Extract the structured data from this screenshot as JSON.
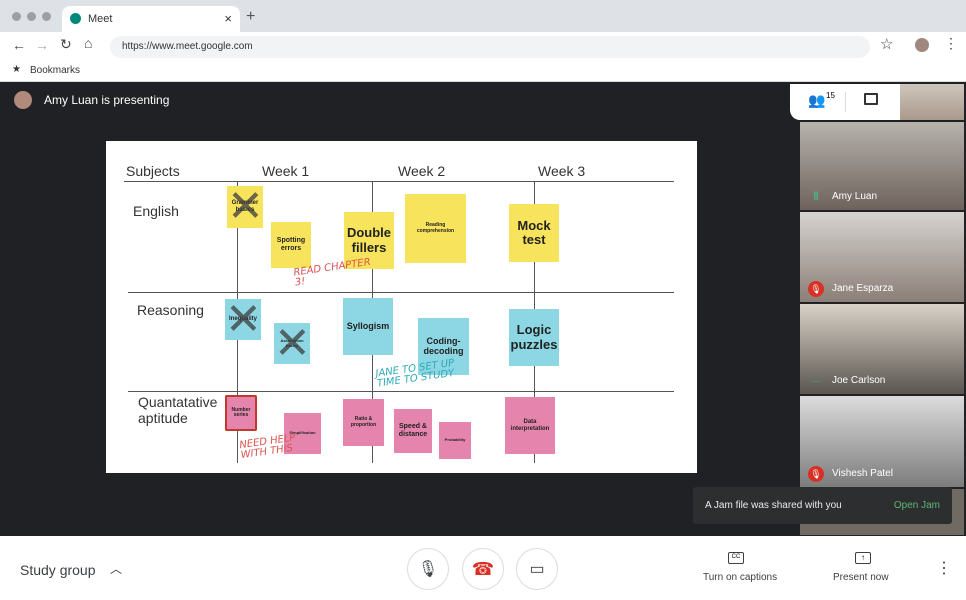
{
  "browser": {
    "tab_title": "Meet",
    "url": "https://www.meet.google.com",
    "bookmarks_label": "Bookmarks"
  },
  "meet": {
    "presenting": "Amy Luan is presenting",
    "participant_count": "15"
  },
  "whiteboard": {
    "headers": [
      "Subjects",
      "Week 1",
      "Week 2",
      "Week 3"
    ],
    "rows": [
      "English",
      "Reasoning",
      "Quantatative aptitude"
    ],
    "notes": [
      "Grammer basics",
      "Spotting errors",
      "Double fillers",
      "Reading comprehension",
      "Mock test",
      "Inequality",
      "Assumption basics",
      "Syllogism",
      "Coding-decoding",
      "Logic puzzles",
      "Number series",
      "Simplification",
      "Ratio & proportion",
      "Speed & distance",
      "Probability",
      "Data interpretation"
    ],
    "annotations": [
      "READ CHAPTER 3!",
      "JANE TO SET UP TIME TO STUDY",
      "NEED HELP WITH THIS"
    ]
  },
  "participants": [
    {
      "name": "Amy Luan",
      "status": "speaking"
    },
    {
      "name": "Jane Esparza",
      "status": "muted"
    },
    {
      "name": "Joe Carlson",
      "status": "idle"
    },
    {
      "name": "Vishesh Patel",
      "status": "muted"
    }
  ],
  "toast": {
    "message": "A Jam file was shared with you",
    "action": "Open Jam"
  },
  "bottom": {
    "meeting_name": "Study group",
    "captions": "Turn on captions",
    "present": "Present now"
  },
  "colors": {
    "yellow": "#f8e45c",
    "blue": "#8dd6e3",
    "pink": "#e585ad",
    "accent": "#1e8e3e",
    "danger": "#d93025"
  }
}
